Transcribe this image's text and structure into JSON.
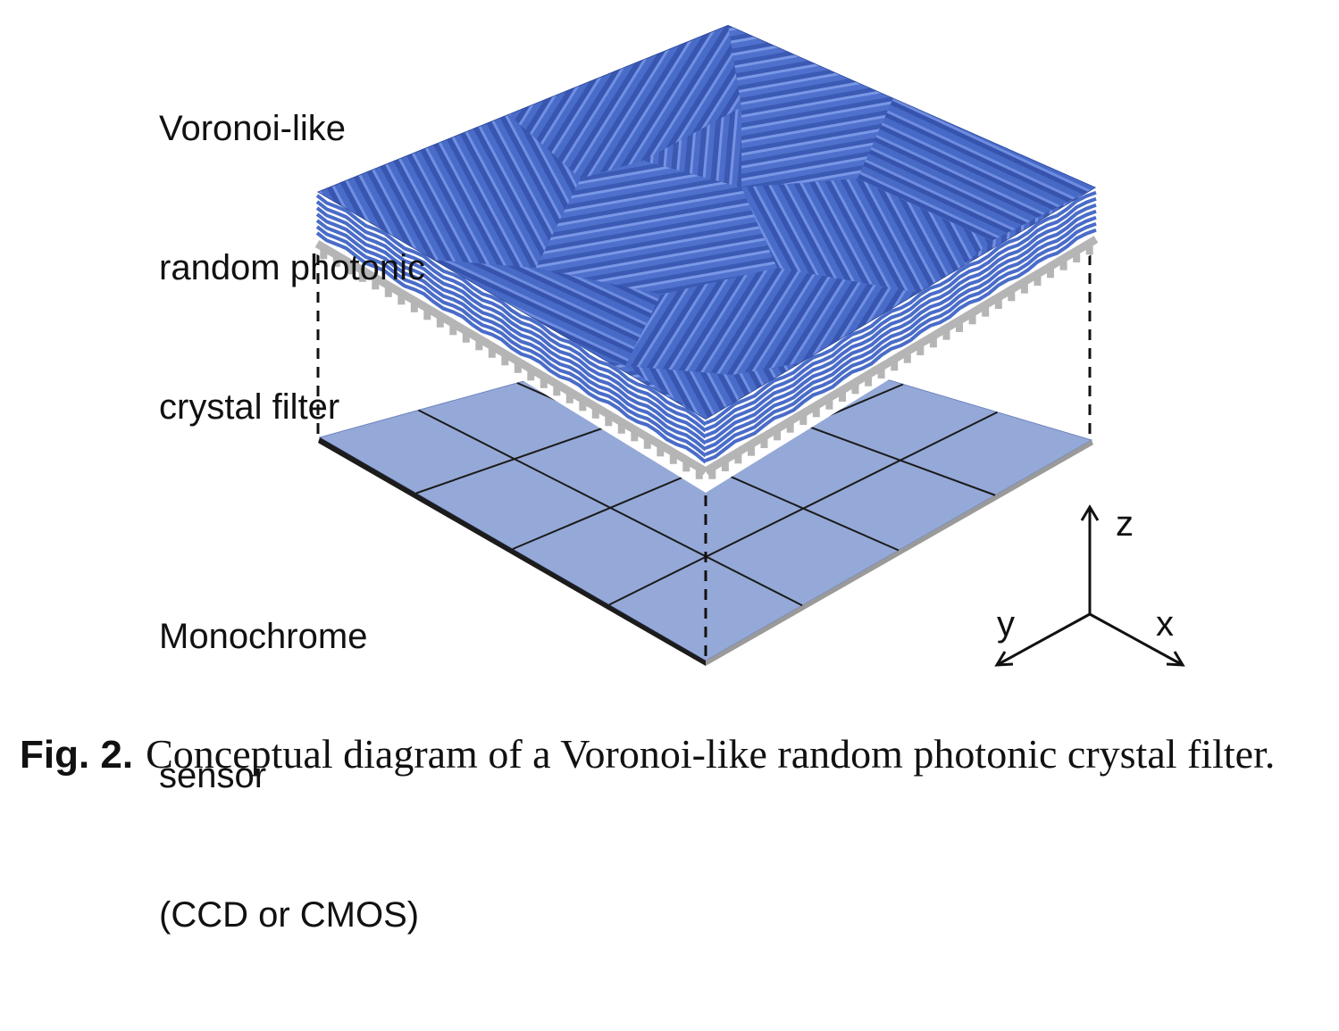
{
  "labels": {
    "filter_lines": [
      "Voronoi-like",
      "random photonic",
      "crystal filter"
    ],
    "sensor_lines": [
      "Monochrome",
      "sensor",
      "(CCD or CMOS)"
    ]
  },
  "axes": {
    "z": "z",
    "x": "x",
    "y": "y"
  },
  "caption": {
    "prefix": "Fig. 2.",
    "text": "Conceptual diagram of a Voronoi-like random photonic crystal filter."
  },
  "colors": {
    "filter_blue": "#4a6cc9",
    "filter_blue_dark": "#3a58b0",
    "filter_blue_light": "#6f8de0",
    "substrate_gray": "#b5b5b5",
    "sensor_pixel": "#95a9d8",
    "grid_line": "#1a1a1a"
  },
  "sensor_grid": {
    "rows": 4,
    "cols": 4
  },
  "filter_layers": {
    "blue_white_pairs": 7
  }
}
